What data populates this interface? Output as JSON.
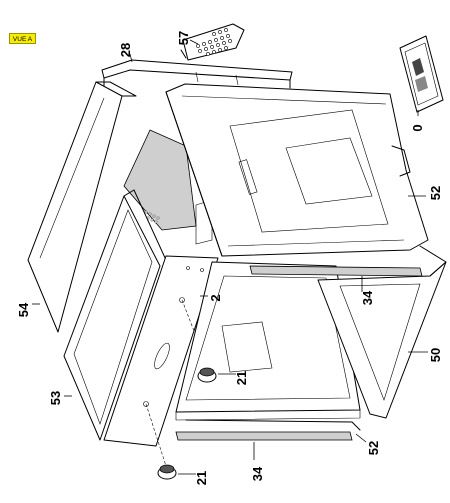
{
  "view_label": "VUE A",
  "callouts": [
    {
      "id": "c28",
      "text": "28"
    },
    {
      "id": "c57",
      "text": "57"
    },
    {
      "id": "c0",
      "text": "0"
    },
    {
      "id": "c52a",
      "text": "52"
    },
    {
      "id": "c54",
      "text": "54"
    },
    {
      "id": "c2",
      "text": "2"
    },
    {
      "id": "c34a",
      "text": "34"
    },
    {
      "id": "c21a",
      "text": "21"
    },
    {
      "id": "c53",
      "text": "53"
    },
    {
      "id": "c50",
      "text": "50"
    },
    {
      "id": "c52b",
      "text": "52"
    },
    {
      "id": "c21b",
      "text": "21"
    },
    {
      "id": "c34b",
      "text": "34"
    }
  ]
}
